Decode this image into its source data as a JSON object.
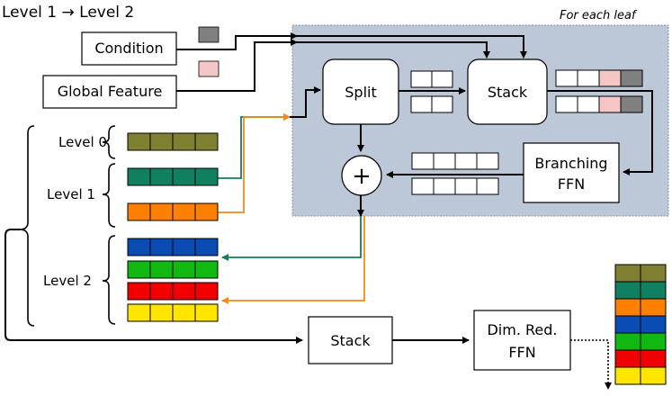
{
  "title": "Level 1 → Level 2",
  "leaf_note": "For each leaf",
  "inputs": {
    "condition": "Condition",
    "global_feature": "Global Feature"
  },
  "blocks": {
    "split": "Split",
    "stack": "Stack",
    "branching_ffn_line1": "Branching",
    "branching_ffn_line2": "FFN",
    "plus": "+",
    "bottom_stack": "Stack",
    "dim_red_line1": "Dim. Red.",
    "dim_red_line2": "FFN"
  },
  "levels": {
    "level0": "Level 0",
    "level1": "Level 1",
    "level2": "Level 2"
  },
  "colors": {
    "panel_fill": "#bcc8d8",
    "panel_border": "#7f8fa6",
    "condition_token": "#808080",
    "global_token": "#f4c6c6",
    "olive": "#808033",
    "teal": "#118060",
    "orange": "#ff8000",
    "blue": "#0a4bb4",
    "green": "#12b812",
    "red": "#f00000",
    "yellow": "#ffe500",
    "arrow_teal": "#1a7a5a",
    "arrow_orange": "#f08a1c"
  }
}
